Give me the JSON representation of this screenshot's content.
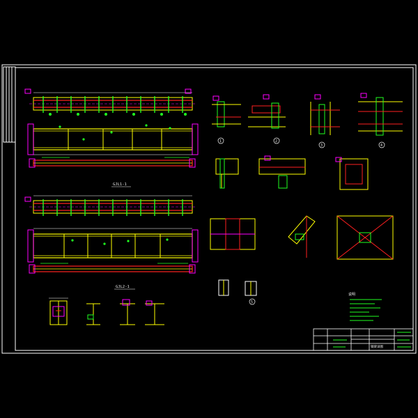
{
  "drawing": {
    "view1_title": "GJL1-1",
    "view2_title": "GJL2-1",
    "detail_numbers": [
      "1",
      "2",
      "3",
      "4"
    ],
    "detail_number_5": "5",
    "title_block_name": "钢梁详图",
    "notes_heading": "说明"
  },
  "colors": {
    "background": "#000000",
    "frame": "#ffffff",
    "beam": "#ffff00",
    "dim_red": "#ff2020",
    "green": "#20ff20",
    "cyan": "#00ffff",
    "magenta": "#ff00ff",
    "white": "#ffffff"
  }
}
